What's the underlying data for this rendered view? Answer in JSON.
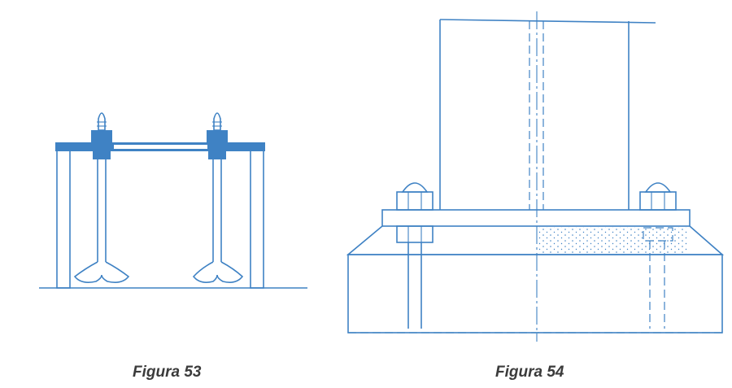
{
  "figures": [
    {
      "id": "fig53",
      "caption": "Figura 53"
    },
    {
      "id": "fig54",
      "caption": "Figura 54"
    }
  ],
  "colors": {
    "line": "#3f82c4",
    "caption": "#3b3b3b",
    "background": "#ffffff"
  }
}
